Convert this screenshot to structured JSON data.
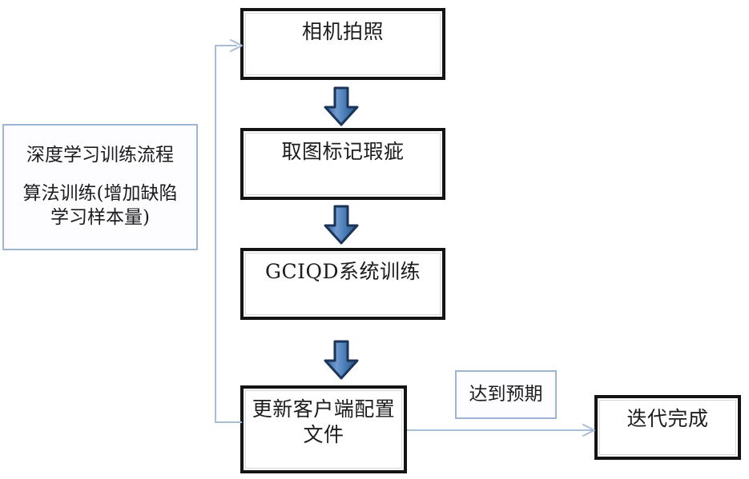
{
  "diagram": {
    "title": "深度学习训练流程",
    "boxes": {
      "camera_capture": "相机拍照",
      "mark_defects": "取图标记瑕疵",
      "gciqd_training": "GCIQD系统训练",
      "update_client_config": "更新客户端配置\n文件",
      "iteration_done": "迭代完成"
    },
    "notes": {
      "process_title": "深度学习训练流程",
      "process_detail": "算法训练(增加缺陷\n学习样本量)",
      "expectation_met": "达到预期"
    },
    "arrows": {
      "down_1": "down-block-arrow",
      "down_2": "down-block-arrow",
      "down_3": "down-block-arrow",
      "feedback_loop": "feedback-loop-arrow",
      "to_done": "right-arrow"
    },
    "colors": {
      "box_border": "#141414",
      "note_border": "#9eb4d2",
      "connector": "#a8bdd8",
      "arrow_fill_light": "#6f9ad0",
      "arrow_fill_dark": "#2f5d96",
      "arrow_outline": "#1b3558",
      "text": "#1c1c1c",
      "background": "#ffffff"
    }
  }
}
